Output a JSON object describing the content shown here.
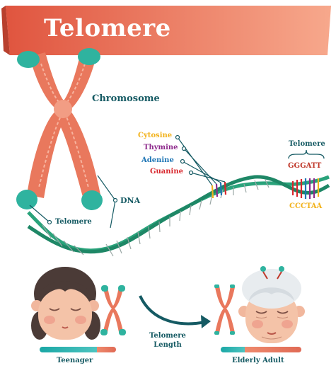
{
  "title": "Telomere",
  "labels": {
    "chromosome": "Chromosome",
    "dna": "DNA",
    "telomere_left": "Telomere",
    "cytosine": "Cytosine",
    "thymine": "Thymine",
    "adenine": "Adenine",
    "guanine": "Guanine",
    "telomere_right": "Telomere",
    "sequence_top": "GGGATT",
    "sequence_bottom": "CCCTAA",
    "telomere_length_line1": "Telomere",
    "telomere_length_line2": "Length",
    "teenager": "Teenager",
    "elderly_adult": "Elderly Adult"
  },
  "colors": {
    "banner": "#e8735a",
    "banner_light": "#f7a58a",
    "chromosome": "#e9785d",
    "telomere_cap": "#2fb39f",
    "dna_green": "#2aa37b",
    "dark_teal": "#155a63",
    "cytosine": "#f2b21b",
    "thymine": "#8e2a8c",
    "adenine": "#1f76b5",
    "guanine": "#d8262c"
  },
  "length_bars": {
    "teenager_telomere_fraction": 0.75,
    "elderly_telomere_fraction": 0.3
  }
}
